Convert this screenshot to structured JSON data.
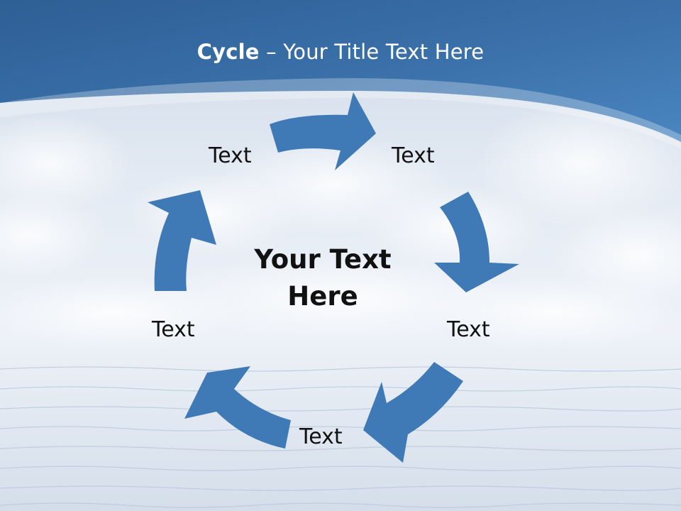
{
  "slide": {
    "title_bold": "Cycle",
    "title_rest": " – Your Title Text Here",
    "center_line1": "Your Text",
    "center_line2": "Here",
    "labels": [
      "Text",
      "Text",
      "Text",
      "Text",
      "Text"
    ]
  },
  "colors": {
    "header_blue": "#3b74b1",
    "arrow_blue": "#3f7ab6",
    "sky_light": "#e6edf5"
  },
  "icons": [
    "cycle-arrow"
  ]
}
